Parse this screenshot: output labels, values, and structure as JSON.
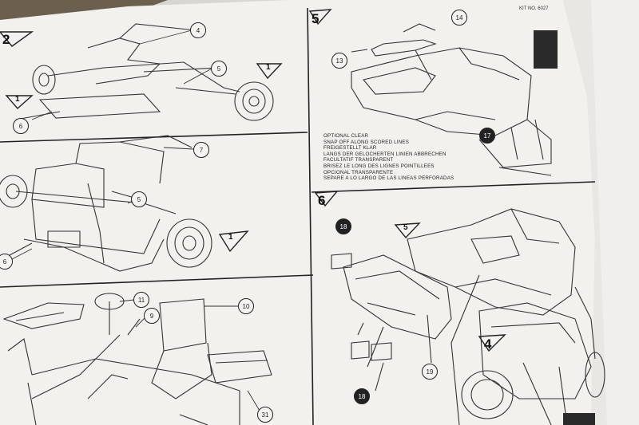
{
  "image": {
    "steps": [
      "2",
      "5",
      "6",
      "4"
    ],
    "step_ref_triangles": [
      "1",
      "1",
      "5",
      "1"
    ],
    "callouts": [
      "4",
      "5",
      "6",
      "7",
      "5",
      "6",
      "14",
      "13",
      "17",
      "11",
      "9",
      "10",
      "31",
      "18",
      "18",
      "19"
    ],
    "kit_label": "KIT NO. 6027",
    "notes": [
      "OPTIONAL CLEAR",
      "SNAP OFF ALONG SCORED LINES",
      "FREIGESTELLT KLAR",
      "LANGS DER GELOCHERTEN LINIEN ABBRECHEN",
      "FACULTATIF TRANSPARENT",
      "BRISEZ LE LONG DES LIGNES POINTILLEES",
      "OPCIONAL TRANSPARENTE",
      "SEPARE A LO LARGO DE LAS LINEAS PERFORADAS"
    ]
  }
}
